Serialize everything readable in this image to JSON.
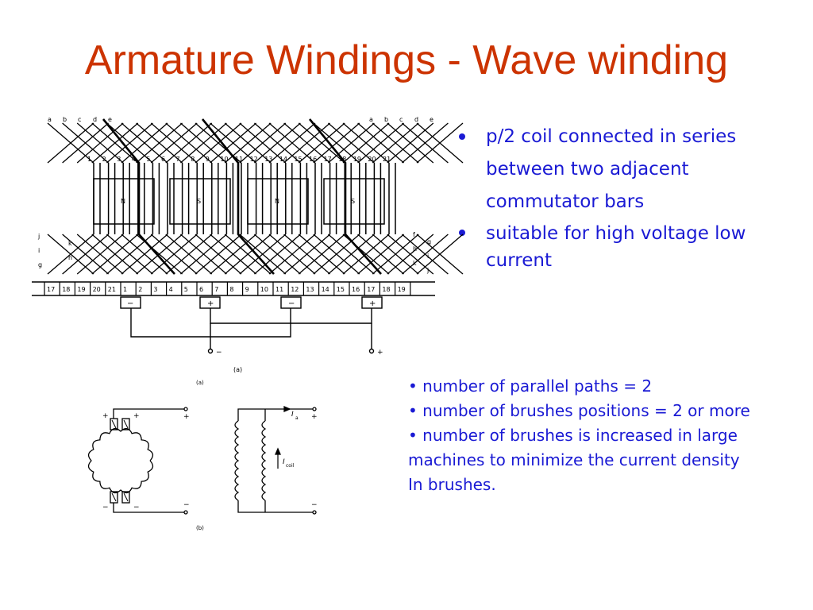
{
  "slide": {
    "title": "Armature Windings - Wave winding",
    "bullets_top": [
      "p/2 coil connected in series between two adjacent commutator bars",
      "suitable for high voltage low current"
    ],
    "bullets_bottom": [
      "• number of parallel paths = 2",
      "• number of brushes positions = 2 or more",
      "• number of brushes is increased in large",
      "machines to minimize the current density",
      "In brushes."
    ]
  },
  "diagram_a": {
    "top_letters_left": [
      "a",
      "b",
      "c",
      "d",
      "e"
    ],
    "top_letters_right": [
      "a",
      "b",
      "c",
      "d",
      "e"
    ],
    "side_letters_left": [
      "j",
      "k",
      "i",
      "h",
      "g"
    ],
    "side_letters_right": [
      "f",
      "g",
      "h",
      "i",
      "k",
      "j"
    ],
    "slot_numbers": [
      "1",
      "2",
      "3",
      "4",
      "5",
      "6",
      "7",
      "8",
      "9",
      "10",
      "11",
      "12",
      "13",
      "14",
      "15",
      "16",
      "17",
      "18",
      "19",
      "20",
      "21"
    ],
    "pole_labels": [
      "N",
      "S",
      "N",
      "S"
    ],
    "commutator_bars": [
      "17",
      "18",
      "19",
      "20",
      "21",
      "1",
      "2",
      "3",
      "4",
      "5",
      "6",
      "7",
      "8",
      "9",
      "10",
      "11",
      "12",
      "13",
      "14",
      "15",
      "16",
      "17",
      "18",
      "19"
    ],
    "brush_signs": [
      "−",
      "+",
      "−",
      "+"
    ],
    "terminal_minus": "−",
    "terminal_plus": "+",
    "caption": "(a)"
  },
  "diagram_b": {
    "caption_top": "(a)",
    "caption_bottom": "(b)",
    "signs": [
      "+",
      "+",
      "−",
      "−",
      "+",
      "−",
      "+",
      "−"
    ],
    "current_armature": "I",
    "current_armature_sub": "a",
    "current_coil": "I",
    "current_coil_sub": "coil"
  }
}
